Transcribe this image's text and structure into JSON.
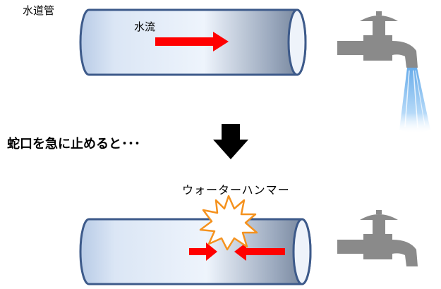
{
  "labels": {
    "pipe": "水道管",
    "water_flow": "水流",
    "action": "蛇口を急に止めると･･･",
    "water_hammer": "ウォーターハンマー"
  },
  "colors": {
    "pipe_fill_light": "#eef4fc",
    "pipe_fill_dark": "#6f7f96",
    "pipe_outline": "#3d5a8a",
    "flow_arrow": "#ff0000",
    "down_arrow": "#000000",
    "burst_fill": "#ffffff",
    "burst_outline": "#f5921e",
    "faucet": "#8a8a8a",
    "water": "#5aa8ee"
  },
  "icons": {
    "faucet_top": "faucet-icon",
    "faucet_bottom": "faucet-icon",
    "down_arrow": "arrow-down-icon",
    "burst": "impact-burst-icon"
  }
}
